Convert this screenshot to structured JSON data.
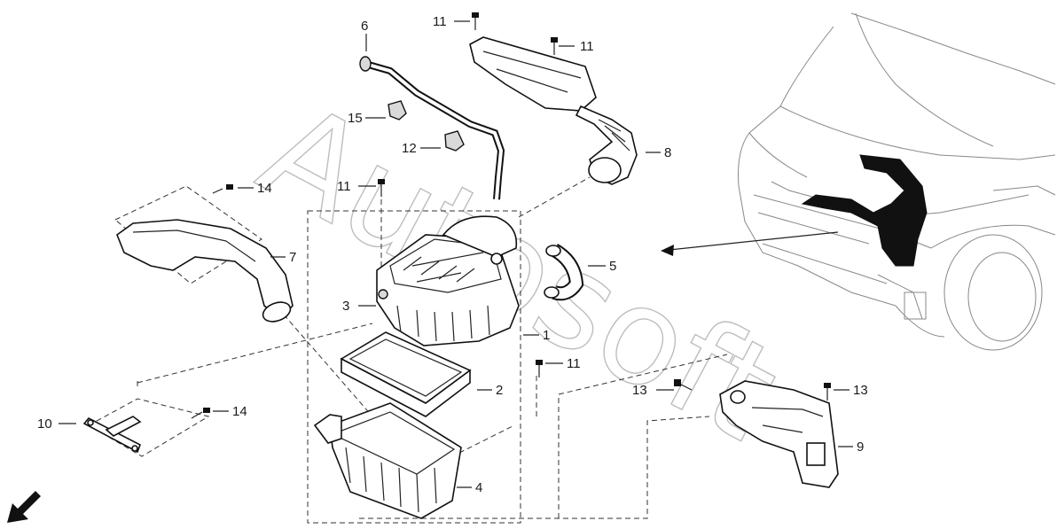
{
  "diagram": {
    "callouts": [
      {
        "id": "c1",
        "text": "1"
      },
      {
        "id": "c2",
        "text": "2"
      },
      {
        "id": "c3",
        "text": "3"
      },
      {
        "id": "c4",
        "text": "4"
      },
      {
        "id": "c5",
        "text": "5"
      },
      {
        "id": "c6",
        "text": "6"
      },
      {
        "id": "c7",
        "text": "7"
      },
      {
        "id": "c8",
        "text": "8"
      },
      {
        "id": "c9",
        "text": "9"
      },
      {
        "id": "c10",
        "text": "10"
      },
      {
        "id": "c11a",
        "text": "11"
      },
      {
        "id": "c11b",
        "text": "11"
      },
      {
        "id": "c11c",
        "text": "11"
      },
      {
        "id": "c11d",
        "text": "11"
      },
      {
        "id": "c12",
        "text": "12"
      },
      {
        "id": "c13a",
        "text": "13"
      },
      {
        "id": "c13b",
        "text": "13"
      },
      {
        "id": "c14a",
        "text": "14"
      },
      {
        "id": "c14b",
        "text": "14"
      },
      {
        "id": "c15",
        "text": "15"
      }
    ],
    "watermark": "Autosoft"
  }
}
